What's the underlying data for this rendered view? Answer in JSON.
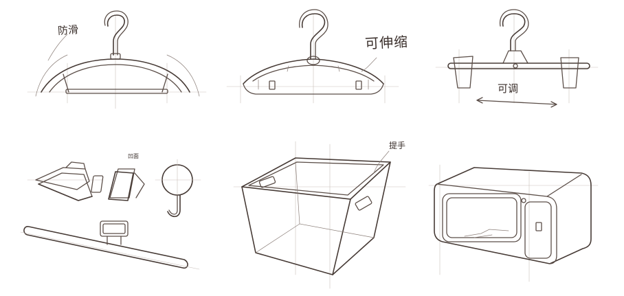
{
  "title": "",
  "colors": {
    "ink": "#5a4d47",
    "paper": "#ffffff"
  },
  "labels": {
    "anti_slip": "防滑",
    "stretchable": "可伸缩",
    "adjustable": "可调",
    "handle": "提手",
    "concave": "凹面"
  },
  "sketches": [
    {
      "id": "hanger-anti-slip",
      "icon": "hanger-sketch"
    },
    {
      "id": "hanger-stretchable",
      "icon": "telescopic-hanger-sketch"
    },
    {
      "id": "hanger-adjustable",
      "icon": "clip-hanger-sketch"
    },
    {
      "id": "accessories",
      "icon": "clips-hook-rail-sketch"
    },
    {
      "id": "basket",
      "icon": "basket-sketch"
    },
    {
      "id": "storage-box",
      "icon": "storage-box-sketch"
    }
  ]
}
